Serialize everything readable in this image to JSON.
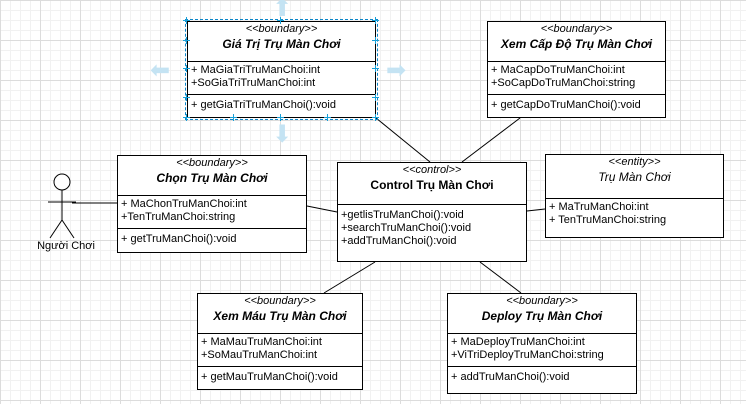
{
  "diagram": {
    "actor": {
      "label": "Người Chơi"
    },
    "classes": [
      {
        "id": "gia-tri",
        "stereotype": "<<boundary>>",
        "name": "Giá Trị Trụ Màn Chơi",
        "attributes": [
          "+ MaGiaTriTruManChoi:int",
          "+SoGiaTriTruManChoi:int"
        ],
        "operations": [
          "+ getGiaTriTruManChoi():void"
        ]
      },
      {
        "id": "xem-cap-do",
        "stereotype": "<<boundary>>",
        "name": "Xem Cấp Độ Trụ Màn Chơi",
        "attributes": [
          "+ MaCapDoTruManChoi:int",
          "+SoCapDoTruManChoi:string"
        ],
        "operations": [
          "+ getCapDoTruManChoi():void"
        ]
      },
      {
        "id": "chon",
        "stereotype": "<<boundary>>",
        "name": "Chọn Trụ Màn Chơi",
        "attributes": [
          "+ MaChonTruManChoi:int",
          "+TenTruManChoi:string"
        ],
        "operations": [
          "+ getTruManChoi():void"
        ]
      },
      {
        "id": "control",
        "stereotype": "<<control>>",
        "name": "Control Trụ Màn Chơi",
        "attributes": [],
        "operations": [
          "+getlisTruManChoi():void",
          "+searchTruManChoi():void",
          "+addTruManChoi():void"
        ]
      },
      {
        "id": "entity",
        "stereotype": "<<entity>>",
        "name": "Trụ Màn Chơi",
        "attributes": [
          "+ MaTruManChoi:int",
          "+ TenTruManChoi:string"
        ],
        "operations": []
      },
      {
        "id": "xem-mau",
        "stereotype": "<<boundary>>",
        "name": "Xem Máu Trụ Màn Chơi",
        "attributes": [
          "+ MaMauTruManChoi:int",
          "+SoMauTruManChoi:int"
        ],
        "operations": [
          "+ getMauTruManChoi():void"
        ]
      },
      {
        "id": "deploy",
        "stereotype": "<<boundary>>",
        "name": "Deploy Trụ Màn Chơi",
        "attributes": [
          "+ MaDeployTruManChoi:int",
          "+ViTriDeployTruManChoi:string"
        ],
        "operations": [
          "+ addTruManChoi():void"
        ]
      }
    ]
  }
}
